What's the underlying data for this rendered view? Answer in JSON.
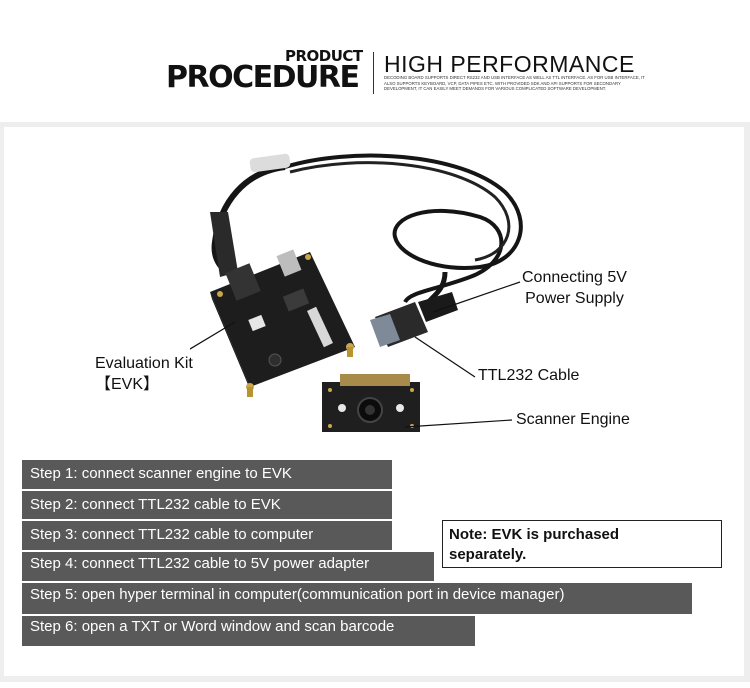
{
  "header": {
    "product": "PRODUCT",
    "procedure": "PROCEDURE",
    "high_performance": "HIGH PERFORMANCE",
    "description": "Decoding board supports direct RS232 and USB interface as well as TTL interface. As for USB interface, it also supports keyboard, VCP, data pipes etc. with provided SDK and API supports for secondary development, it can easily meet demands for various complicated software development."
  },
  "callouts": {
    "power_line1": "Connecting 5V",
    "power_line2": "Power Supply",
    "evk_line1": "Evaluation Kit",
    "evk_line2": "【EVK】",
    "ttl": "TTL232 Cable",
    "engine": "Scanner Engine"
  },
  "steps": [
    "Step 1: connect scanner engine to EVK",
    "Step 2: connect TTL232 cable to EVK",
    "Step 3: connect TTL232 cable to computer",
    "Step 4: connect TTL232 cable to 5V power adapter",
    "Step 5: open hyper terminal in computer(communication port in device manager)",
    "Step 6: open a TXT or Word window and scan barcode"
  ],
  "note": {
    "line1": "Note: EVK is purchased",
    "line2": "separately."
  },
  "colors": {
    "step_bg": "#595959",
    "frame_bg": "#eeeeee",
    "pcb": "#1d1d1d",
    "cable": "#151515"
  }
}
